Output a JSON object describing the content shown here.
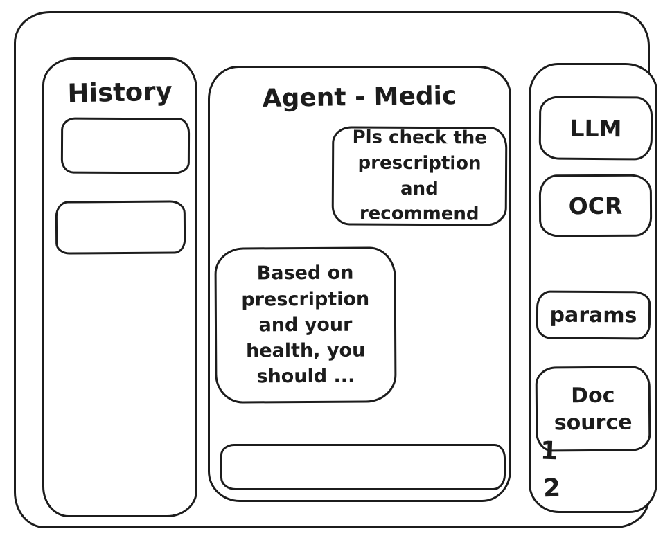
{
  "window": {
    "ink_color": "#1c1c1c",
    "background_color": "#ffffff"
  },
  "history": {
    "title": "History",
    "items": [
      {
        "label": ""
      },
      {
        "label": ""
      }
    ]
  },
  "chat": {
    "title": "Agent - Medic",
    "messages": [
      {
        "role": "user",
        "text": "Pls check the prescription and recommend"
      },
      {
        "role": "agent",
        "text": "Based on prescription and your health, you should ..."
      }
    ],
    "input": {
      "value": ""
    }
  },
  "tools": {
    "buttons": [
      {
        "label": "LLM"
      },
      {
        "label": "OCR"
      },
      {
        "label": "params"
      },
      {
        "label": "Doc source"
      }
    ],
    "doc_sources": [
      "1",
      "2"
    ]
  }
}
